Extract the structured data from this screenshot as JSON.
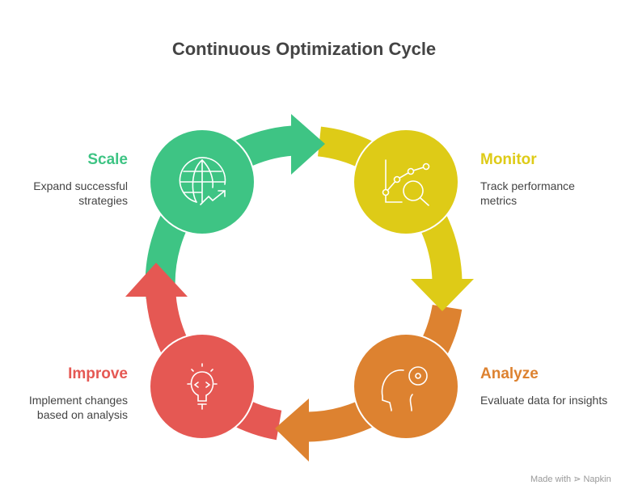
{
  "title": "Continuous Optimization Cycle",
  "steps": [
    {
      "key": "scale",
      "title": "Scale",
      "desc_line1": "Expand successful",
      "desc_line2": "strategies",
      "color": "#3EC484",
      "icon": "globe-growth-icon"
    },
    {
      "key": "monitor",
      "title": "Monitor",
      "desc_line1": "Track performance",
      "desc_line2": "metrics",
      "color": "#DECB17",
      "icon": "chart-magnifier-icon"
    },
    {
      "key": "analyze",
      "title": "Analyze",
      "desc_line1": "Evaluate data for insights",
      "desc_line2": "",
      "color": "#DD8230",
      "icon": "head-gear-icon"
    },
    {
      "key": "improve",
      "title": "Improve",
      "desc_line1": "Implement changes",
      "desc_line2": "based on analysis",
      "color": "#E55853",
      "icon": "lightbulb-code-icon"
    }
  ],
  "credit": "Made with ⋗ Napkin"
}
